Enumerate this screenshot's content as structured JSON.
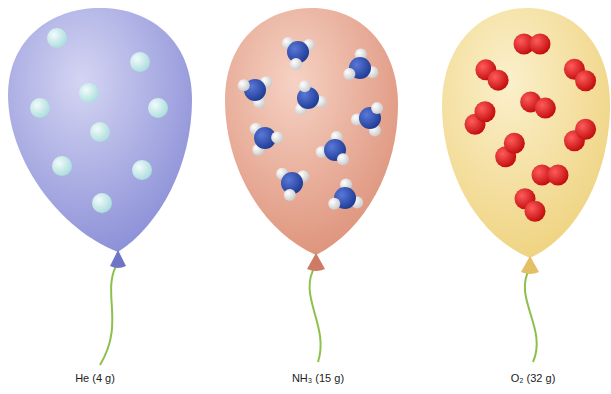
{
  "diagram": {
    "labels": [
      "He (4 g)",
      "NH₃ (15 g)",
      "O₂ (32 g)"
    ]
  }
}
